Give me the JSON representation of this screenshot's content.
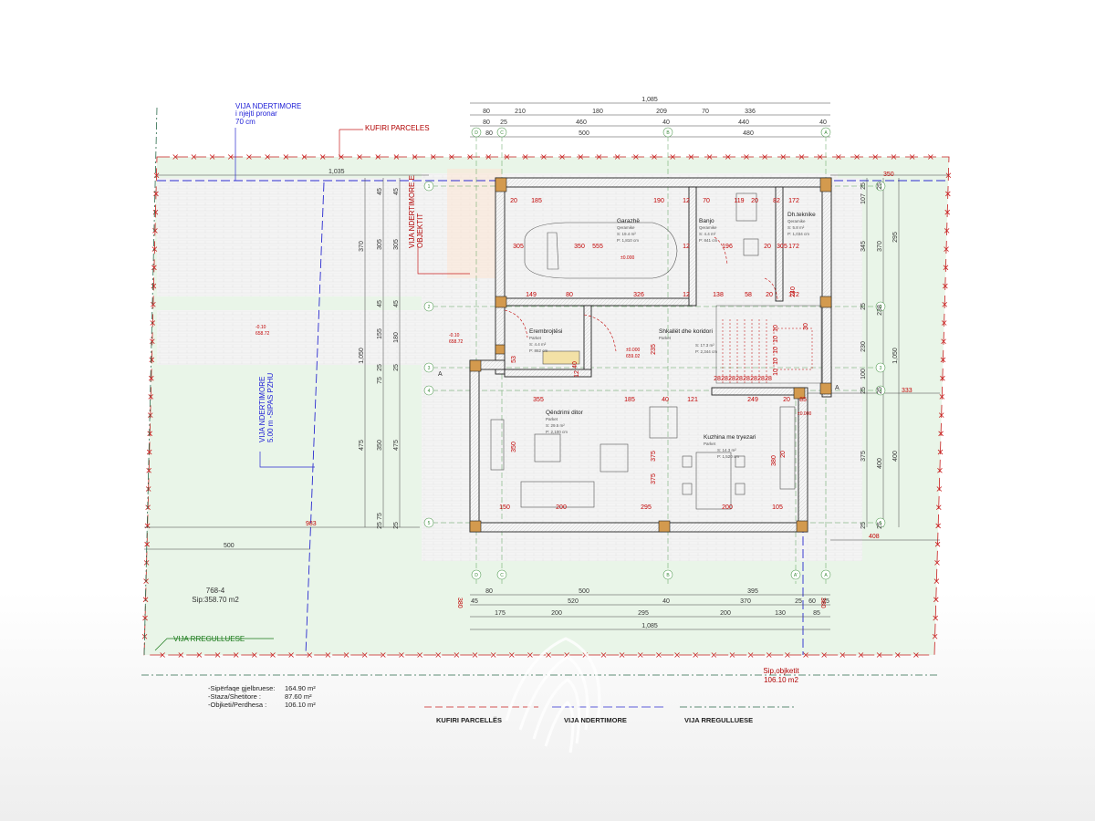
{
  "annotations": {
    "vija_ndertimore_top": [
      "VIJA NDERTIMORE",
      "i njejti pronar",
      "70 cm"
    ],
    "kufiri_parceles": "KUFIRI PARCELES",
    "vija_ndertimore_objektit": [
      "VIJA NDERTIMORE E",
      "OBJEKTIT"
    ],
    "vija_ndertimore_side": [
      "VIJA NDERTIMORE",
      "5.00 m -SIPAS PZHU"
    ],
    "vija_rregulluese": "VIJA RREGULLUESE",
    "parcel_id": "768-4",
    "parcel_area": "Sip:358.70 m2",
    "object_label": "Sip,objketit",
    "object_area": "106.10 m2"
  },
  "rooms": {
    "garazhe": {
      "name": "Garazhë",
      "floor": "Qeramike",
      "area": "S: 19.4 m²",
      "perimeter": "P: 1,810 cm"
    },
    "banjo": {
      "name": "Banjo",
      "floor": "Qeramike",
      "area": "S: 4.4 m²",
      "perimeter": "P: 841 cm"
    },
    "dh_teknike": {
      "name": "Dh.teknike",
      "floor": "Qeramike",
      "area": "S: 5.8 m²",
      "perimeter": "P: 1,034 cm"
    },
    "erembrojtesi": {
      "name": "Erembrojtësi",
      "floor": "Parket",
      "area": "S: 4.4 m²",
      "perimeter": "P: 862 cm"
    },
    "shkallet": {
      "name": "Shkallët dhe koridori",
      "floor": "Parket",
      "area": "S: 17.3 m²",
      "perimeter": "P: 2,344 cm"
    },
    "qendrimi": {
      "name": "Qëndrimi ditor",
      "floor": "Parket",
      "area": "S: 29.5 m²",
      "perimeter": "P: 2,100 cm"
    },
    "kuzhina": {
      "name": "Kuzhina me tryezari",
      "floor": "Parket",
      "area": "S: 14.3 m²",
      "perimeter": "P: 1,520 cm"
    }
  },
  "levels": {
    "garage": "±0.000",
    "left_yard": [
      "-0.10",
      "658.72"
    ],
    "middle_yard": [
      "-0.10",
      "658.72"
    ],
    "entrance": [
      "±0.000",
      "659.02"
    ],
    "kitchen": "±0.000"
  },
  "dims": {
    "top_total": "1,085",
    "top_row2": [
      "80",
      "210",
      "180",
      "209",
      "70",
      "336"
    ],
    "top_row3": [
      "80",
      "25",
      "460",
      "40",
      "440",
      "40"
    ],
    "top_row4": [
      "80",
      "500",
      "480"
    ],
    "bottom_row1": [
      "80",
      "500",
      "395"
    ],
    "bottom_row2": [
      "45",
      "520",
      "40",
      "370",
      "25",
      "60",
      "25"
    ],
    "bottom_row3": [
      "175",
      "200",
      "295",
      "200",
      "130",
      "85"
    ],
    "bottom_total": "1,085",
    "left_col_a": [
      "45",
      "305",
      "45",
      "155",
      "25",
      "75",
      "350",
      "75",
      "25"
    ],
    "left_col_b": [
      "45",
      "305",
      "45",
      "180",
      "25",
      "475",
      "25"
    ],
    "left_col_c": [
      "370",
      "1,050",
      "475"
    ],
    "right_col_a": [
      "25",
      "107",
      "345",
      "25",
      "230",
      "100",
      "25",
      "375",
      "25"
    ],
    "right_col_b": [
      "25",
      "370",
      "238",
      "25",
      "400",
      "25"
    ],
    "right_col_c": [
      "295",
      "1,050",
      "400"
    ],
    "site": [
      "1,035",
      "350",
      "983",
      "500",
      "333",
      "408",
      "380",
      "380"
    ],
    "interior_top": [
      "20",
      "185",
      "190",
      "12",
      "70",
      "119",
      "20",
      "82",
      "172"
    ],
    "interior_mid": [
      "305",
      "350",
      "555",
      "12",
      "196",
      "20",
      "172",
      "305"
    ],
    "interior_row3": [
      "149",
      "80",
      "326",
      "12",
      "138",
      "58",
      "20",
      "172"
    ],
    "interior_lower": [
      "355",
      "185",
      "40",
      "121",
      "249",
      "20",
      "85"
    ],
    "interior_bottom": [
      "150",
      "200",
      "295",
      "200",
      "105"
    ],
    "interior_vert": [
      "53",
      "40",
      "12",
      "350",
      "375",
      "380",
      "20",
      "240",
      "30",
      "235",
      "375"
    ],
    "stairs": [
      "28",
      "28",
      "28",
      "28",
      "28",
      "28",
      "28",
      "28"
    ],
    "stair_side": [
      "10",
      "10",
      "10",
      "10",
      "10"
    ]
  },
  "axes": {
    "top": [
      "D",
      "C",
      "B",
      "A"
    ],
    "bottom": [
      "D",
      "C",
      "B",
      "A'",
      "A"
    ],
    "left": [
      "1",
      "2",
      "3",
      "4",
      "5"
    ],
    "right": [
      "1",
      "2",
      "3",
      "4",
      "5"
    ]
  },
  "section_marks": [
    "A",
    "A"
  ],
  "stats": [
    {
      "label": "-Sipërfaqe gjelbruese:",
      "value": "164.90 m²"
    },
    {
      "label": "-Staza/Shetitore :",
      "value": "87.60 m²"
    },
    {
      "label": "-Objketi/Perdhesa :",
      "value": "106.10 m²"
    }
  ],
  "legend": {
    "items": [
      "KUFIRI PARCELLËS",
      "VIJA NDERTIMORE",
      "VIJA RREGULLUESE"
    ],
    "colors": [
      "#c81e1e",
      "#2a2ad0",
      "#2a6a4a"
    ]
  },
  "colors": {
    "grass": "#e8f5e7",
    "paving": "#f1f1f1",
    "wall": "#f7f7f7",
    "column": "#d39a4e",
    "parcel": "#c81e1e",
    "build": "#2a2ad0"
  }
}
